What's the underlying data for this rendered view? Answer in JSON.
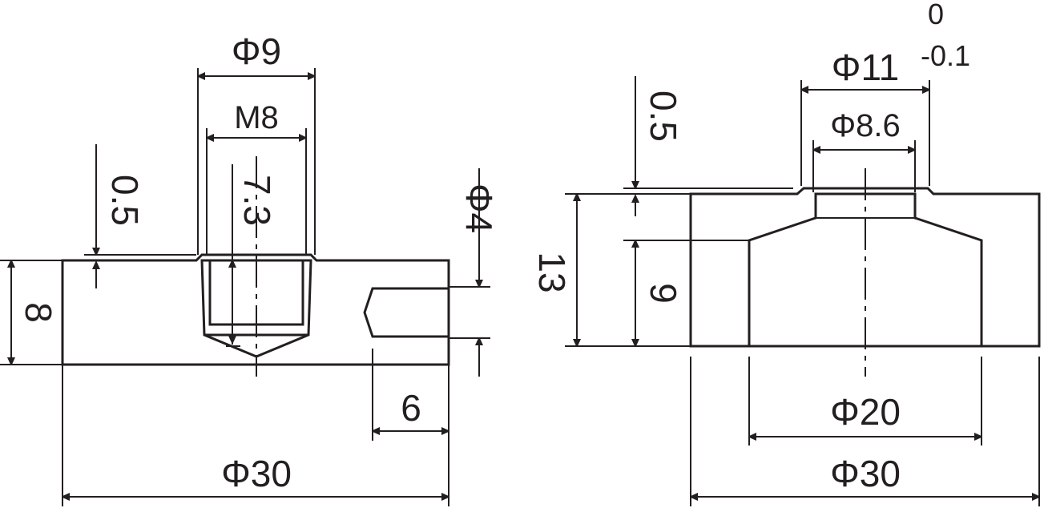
{
  "left_view": {
    "dia_counterbore": "Φ9",
    "thread": "M8",
    "chamfer_depth": "0.5",
    "thread_depth": "7.3",
    "side_hole_dia": "Φ4",
    "height": "8",
    "side_hole_depth": "6",
    "outer_dia": "Φ30"
  },
  "right_view": {
    "tol_upper": "0",
    "tol_lower": "-0.1",
    "top_dia": "Φ11",
    "chamfer_depth": "0.5",
    "inner_top_dia": "Φ8.6",
    "height": "13",
    "cavity_height": "9",
    "cavity_dia": "Φ20",
    "outer_dia": "Φ30"
  },
  "colors": {
    "line": "#231f20",
    "background": "#ffffff"
  }
}
